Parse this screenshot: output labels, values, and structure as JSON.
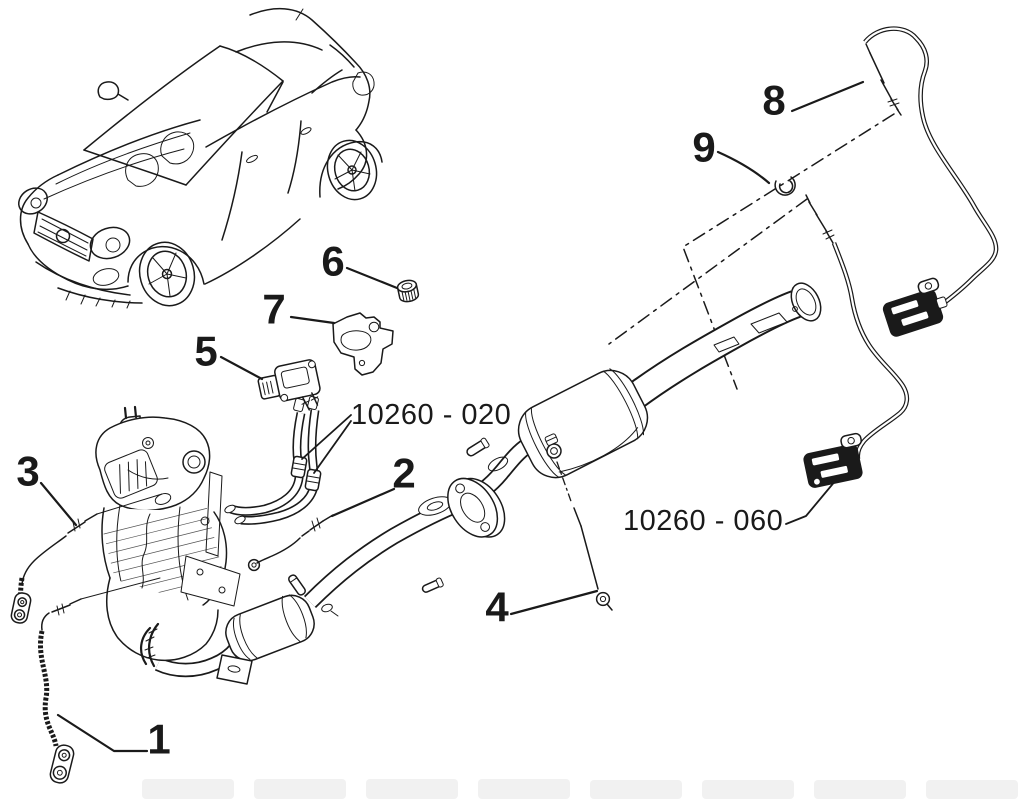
{
  "page": {
    "background": "#ffffff",
    "ink": "#1a1a1a",
    "watermark": "#f1f1f1"
  },
  "callouts": {
    "1": {
      "label": "1"
    },
    "2": {
      "label": "2"
    },
    "3": {
      "label": "3"
    },
    "4": {
      "label": "4"
    },
    "5": {
      "label": "5"
    },
    "6": {
      "label": "6"
    },
    "7": {
      "label": "7"
    },
    "8": {
      "label": "8"
    },
    "9": {
      "label": "9"
    }
  },
  "part_codes": {
    "code_020": {
      "text": "10260 - 020"
    },
    "code_060": {
      "text": "10260 - 060"
    }
  }
}
